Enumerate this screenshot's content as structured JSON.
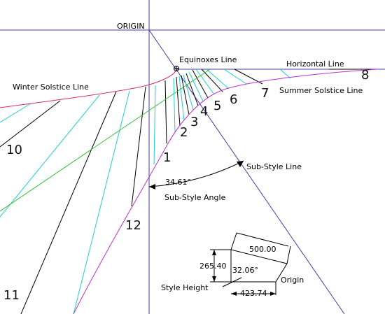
{
  "labels": {
    "origin_top": "ORIGIN",
    "equinoxes_line": "Equinoxes Line",
    "horizontal_line": "Horizontal Line",
    "winter_solstice_line": "Winter Solstice Line",
    "summer_solstice_line": "Summer Solstice Line",
    "sub_style_line": "Sub-Style Line",
    "sub_style_angle": "Sub-Style Angle",
    "sub_style_angle_value": "34.61°",
    "style_height": "Style Height",
    "origin_inset": "Origin"
  },
  "hour_labels": {
    "h1": "1",
    "h2": "2",
    "h3": "3",
    "h4": "4",
    "h5": "5",
    "h6": "6",
    "h7": "7",
    "h8": "8",
    "h10": "10",
    "h11": "11",
    "h12": "12"
  },
  "dimensions": {
    "hypotenuse": "500.00",
    "height": "265.40",
    "angle": "32.06°",
    "base": "423.74"
  },
  "colors": {
    "axis_lines": "#4a3aa8",
    "winter_solstice": "#d0306a",
    "summer_solstice": "#c030c8",
    "equinox": "#30c030",
    "hour_cyan": "#20d0d0",
    "hour_black": "#000000"
  }
}
